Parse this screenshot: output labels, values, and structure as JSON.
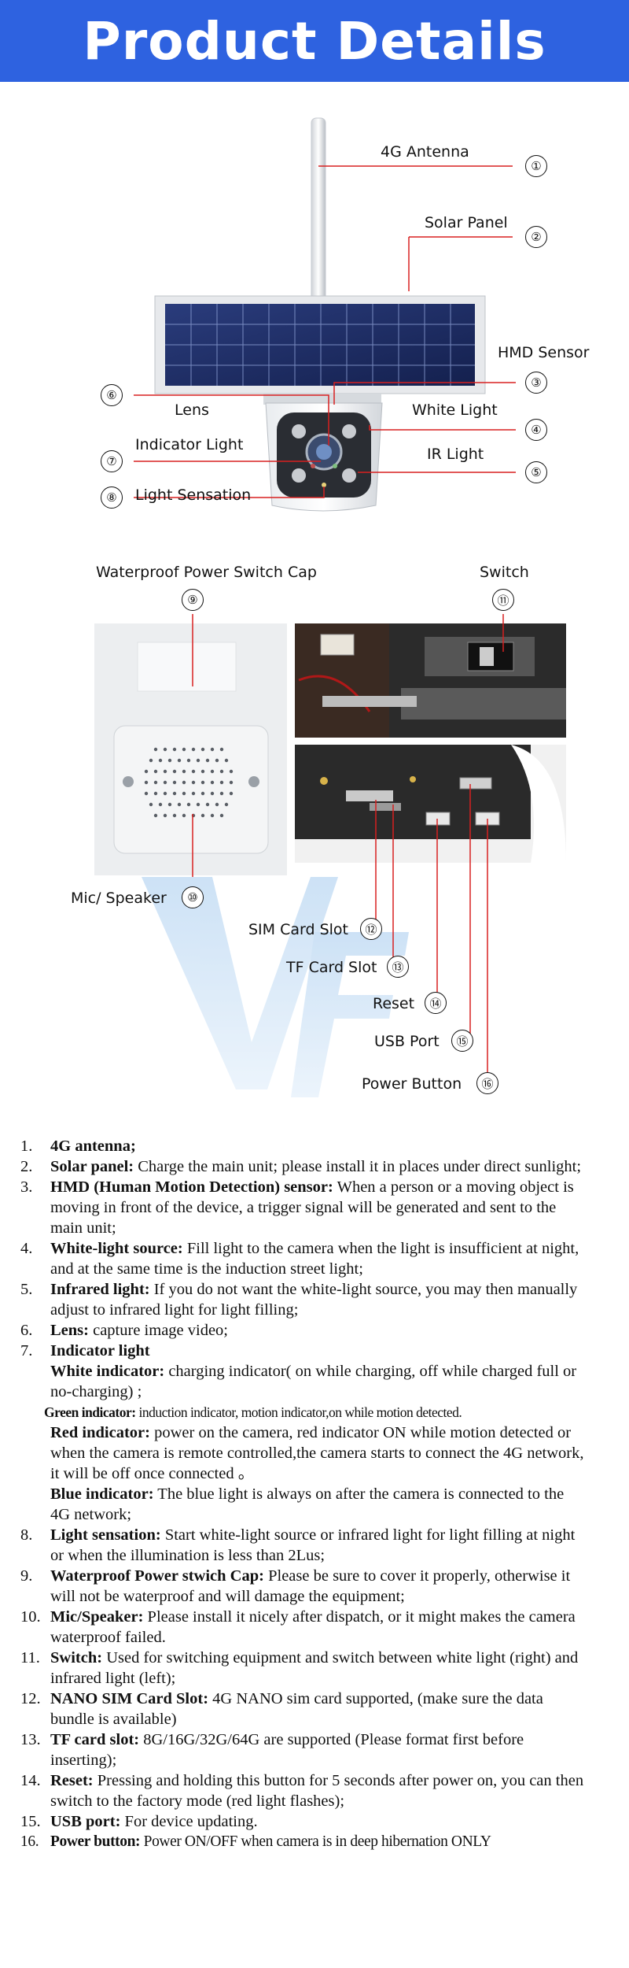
{
  "header": {
    "title": "Product Details"
  },
  "callouts": [
    {
      "n": "①",
      "label": "4G Antenna"
    },
    {
      "n": "②",
      "label": "Solar Panel"
    },
    {
      "n": "③",
      "label": "HMD Sensor"
    },
    {
      "n": "④",
      "label": "White Light"
    },
    {
      "n": "⑤",
      "label": "IR Light"
    },
    {
      "n": "⑥",
      "label": "Lens"
    },
    {
      "n": "⑦",
      "label": "Indicator Light"
    },
    {
      "n": "⑧",
      "label": "Light Sensation"
    },
    {
      "n": "⑨",
      "label": "Waterproof Power Switch Cap"
    },
    {
      "n": "⑩",
      "label": "Mic/ Speaker"
    },
    {
      "n": "⑪",
      "label": "Switch"
    },
    {
      "n": "⑫",
      "label": "SIM Card Slot"
    },
    {
      "n": "⑬",
      "label": "TF Card Slot"
    },
    {
      "n": "⑭",
      "label": "Reset"
    },
    {
      "n": "⑮",
      "label": "USB Port"
    },
    {
      "n": "⑯",
      "label": "Power Button"
    }
  ],
  "specs": [
    {
      "n": "1.",
      "title": "4G antenna;",
      "text": ""
    },
    {
      "n": "2.",
      "title": "Solar panel:",
      "text": " Charge the main unit; please install it in places under direct sunlight;"
    },
    {
      "n": "3.",
      "title": "HMD (Human Motion Detection) sensor:",
      "text": " When a person or a moving object is moving in front of the device, a trigger signal will be generated and sent to the main unit;"
    },
    {
      "n": "4.",
      "title": "White-light source:",
      "text": " Fill light to the camera when the light is insufficient at night, and at the same time is the induction street light;"
    },
    {
      "n": "5.",
      "title": "Infrared light:",
      "text": " If you do not want the white-light source, you may then manually adjust to infrared light for light filling;"
    },
    {
      "n": "6.",
      "title": "Lens:",
      "text": " capture image video;"
    },
    {
      "n": "7.",
      "title": "Indicator light",
      "text": ""
    },
    {
      "n": "8.",
      "title": "Light sensation:",
      "text": " Start white-light source or infrared light for light filling at night or when the illumination is less than 2Lus;"
    },
    {
      "n": "9.",
      "title": "Waterproof Power stwich Cap:",
      "text": " Please be sure to cover it properly, otherwise it will not be waterproof and will damage the equipment;"
    },
    {
      "n": "10.",
      "title": "Mic/Speaker:",
      "text": " Please install it nicely after dispatch, or it might makes the camera waterproof failed."
    },
    {
      "n": "11.",
      "title": "Switch:",
      "text": " Used for switching equipment and switch between white light (right) and infrared light (left);"
    },
    {
      "n": "12.",
      "title": "NANO SIM Card Slot:",
      "text": " 4G NANO sim card supported, (make sure the data bundle is available)"
    },
    {
      "n": "13.",
      "title": "TF card slot:",
      "text": " 8G/16G/32G/64G are supported (Please format first before inserting);"
    },
    {
      "n": "14.",
      "title": "Reset:",
      "text": " Pressing and holding this button for 5 seconds after power on, you can then switch to the factory mode (red light flashes);"
    },
    {
      "n": "15.",
      "title": "USB port:",
      "text": " For device updating."
    },
    {
      "n": "16.",
      "title": "Power button:",
      "text": " Power ON/OFF when camera is in deep hibernation ONLY"
    }
  ],
  "indicators": [
    {
      "title": "White indicator:",
      "text": " charging indicator( on while charging, off while charged full or no-charging) ;"
    },
    {
      "title": "Green indicator:",
      "text": " induction indicator, motion indicator,on while motion detected."
    },
    {
      "title": "Red indicator:",
      "text": " power on the camera, red indicator ON while motion detected or when the camera is remote controlled,the camera starts to connect the 4G network, it will be off once connected 。"
    },
    {
      "title": "Blue indicator:",
      "text": " The blue light is always on after the camera is connected to the 4G network;"
    }
  ]
}
